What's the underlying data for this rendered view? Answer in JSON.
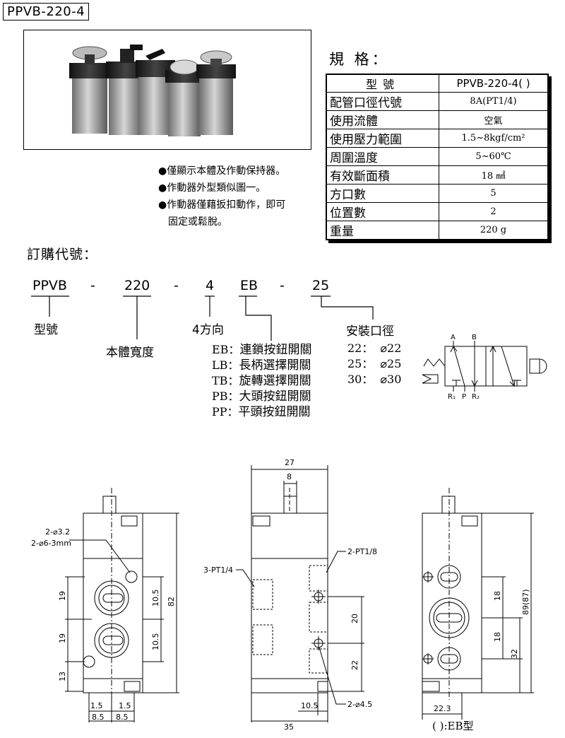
{
  "header": {
    "model": "PPVB-220-4"
  },
  "notes": [
    "●僅顯示本體及作動保持器。",
    "●作動器外型類似圖一。",
    "●作動器僅藉扳扣動作，即可",
    "固定或鬆脫。"
  ],
  "spec": {
    "title": "規 格：",
    "header": {
      "key": "型號",
      "value": "PPVB-220-4( )"
    },
    "rows": [
      {
        "key": "配管口徑代號",
        "value": "8A(PT1/4)"
      },
      {
        "key": "使用流體",
        "value": "空氣"
      },
      {
        "key": "使用壓力範圍",
        "value": "1.5~8kgf/cm²"
      },
      {
        "key": "周圍溫度",
        "value": "5~60℃"
      },
      {
        "key": "有效斷面積",
        "value": "18 ㎟"
      },
      {
        "key": "方口數",
        "value": "5"
      },
      {
        "key": "位置數",
        "value": "2"
      },
      {
        "key": "重量",
        "value": "220 g"
      }
    ]
  },
  "order": {
    "title": "訂購代號：",
    "codes": [
      "PPVB",
      "-",
      "220",
      "-",
      "4",
      "EB",
      "-",
      "25"
    ],
    "labels": {
      "model": "型號",
      "width": "本體寬度",
      "direction": "4方向",
      "port": "安裝口徑"
    },
    "actuators": [
      {
        "code": "EB",
        "name": "連鎖按鈕開關"
      },
      {
        "code": "LB",
        "name": "長柄選擇開關"
      },
      {
        "code": "TB",
        "name": "旋轉選擇開關"
      },
      {
        "code": "PB",
        "name": "大頭按鈕開關"
      },
      {
        "code": "PP",
        "name": "平頭按鈕開關"
      }
    ],
    "ports": [
      {
        "code": "22",
        "value": "⌀22"
      },
      {
        "code": "25",
        "value": "⌀25"
      },
      {
        "code": "30",
        "value": "⌀30"
      }
    ]
  },
  "symbol": {
    "a": "A",
    "b": "B",
    "r1": "R₁",
    "p": "P",
    "r2": "R₂"
  },
  "drawings": {
    "left": {
      "hole1": "2-⌀3.2",
      "hole2": "2-⌀6-3mm",
      "d19a": "19",
      "d19b": "19",
      "d13": "13",
      "d10_5a": "10.5",
      "d10_5b": "10.5",
      "d82": "82",
      "d1_5a": "1.5",
      "d1_5b": "1.5",
      "d8_5a": "8.5",
      "d8_5b": "8.5"
    },
    "middle": {
      "d27": "27",
      "d8": "8",
      "pt14": "3-PT1/4",
      "pt18": "2-PT1/8",
      "d20": "20",
      "d22": "22",
      "d4_5": "2-⌀4.5",
      "d10_5": "10.5",
      "d35": "35"
    },
    "right": {
      "d18a": "18",
      "d18b": "18",
      "d32": "32",
      "d89": "89(87)",
      "d22_3": "22.3",
      "caption": "( ):EB型"
    }
  }
}
